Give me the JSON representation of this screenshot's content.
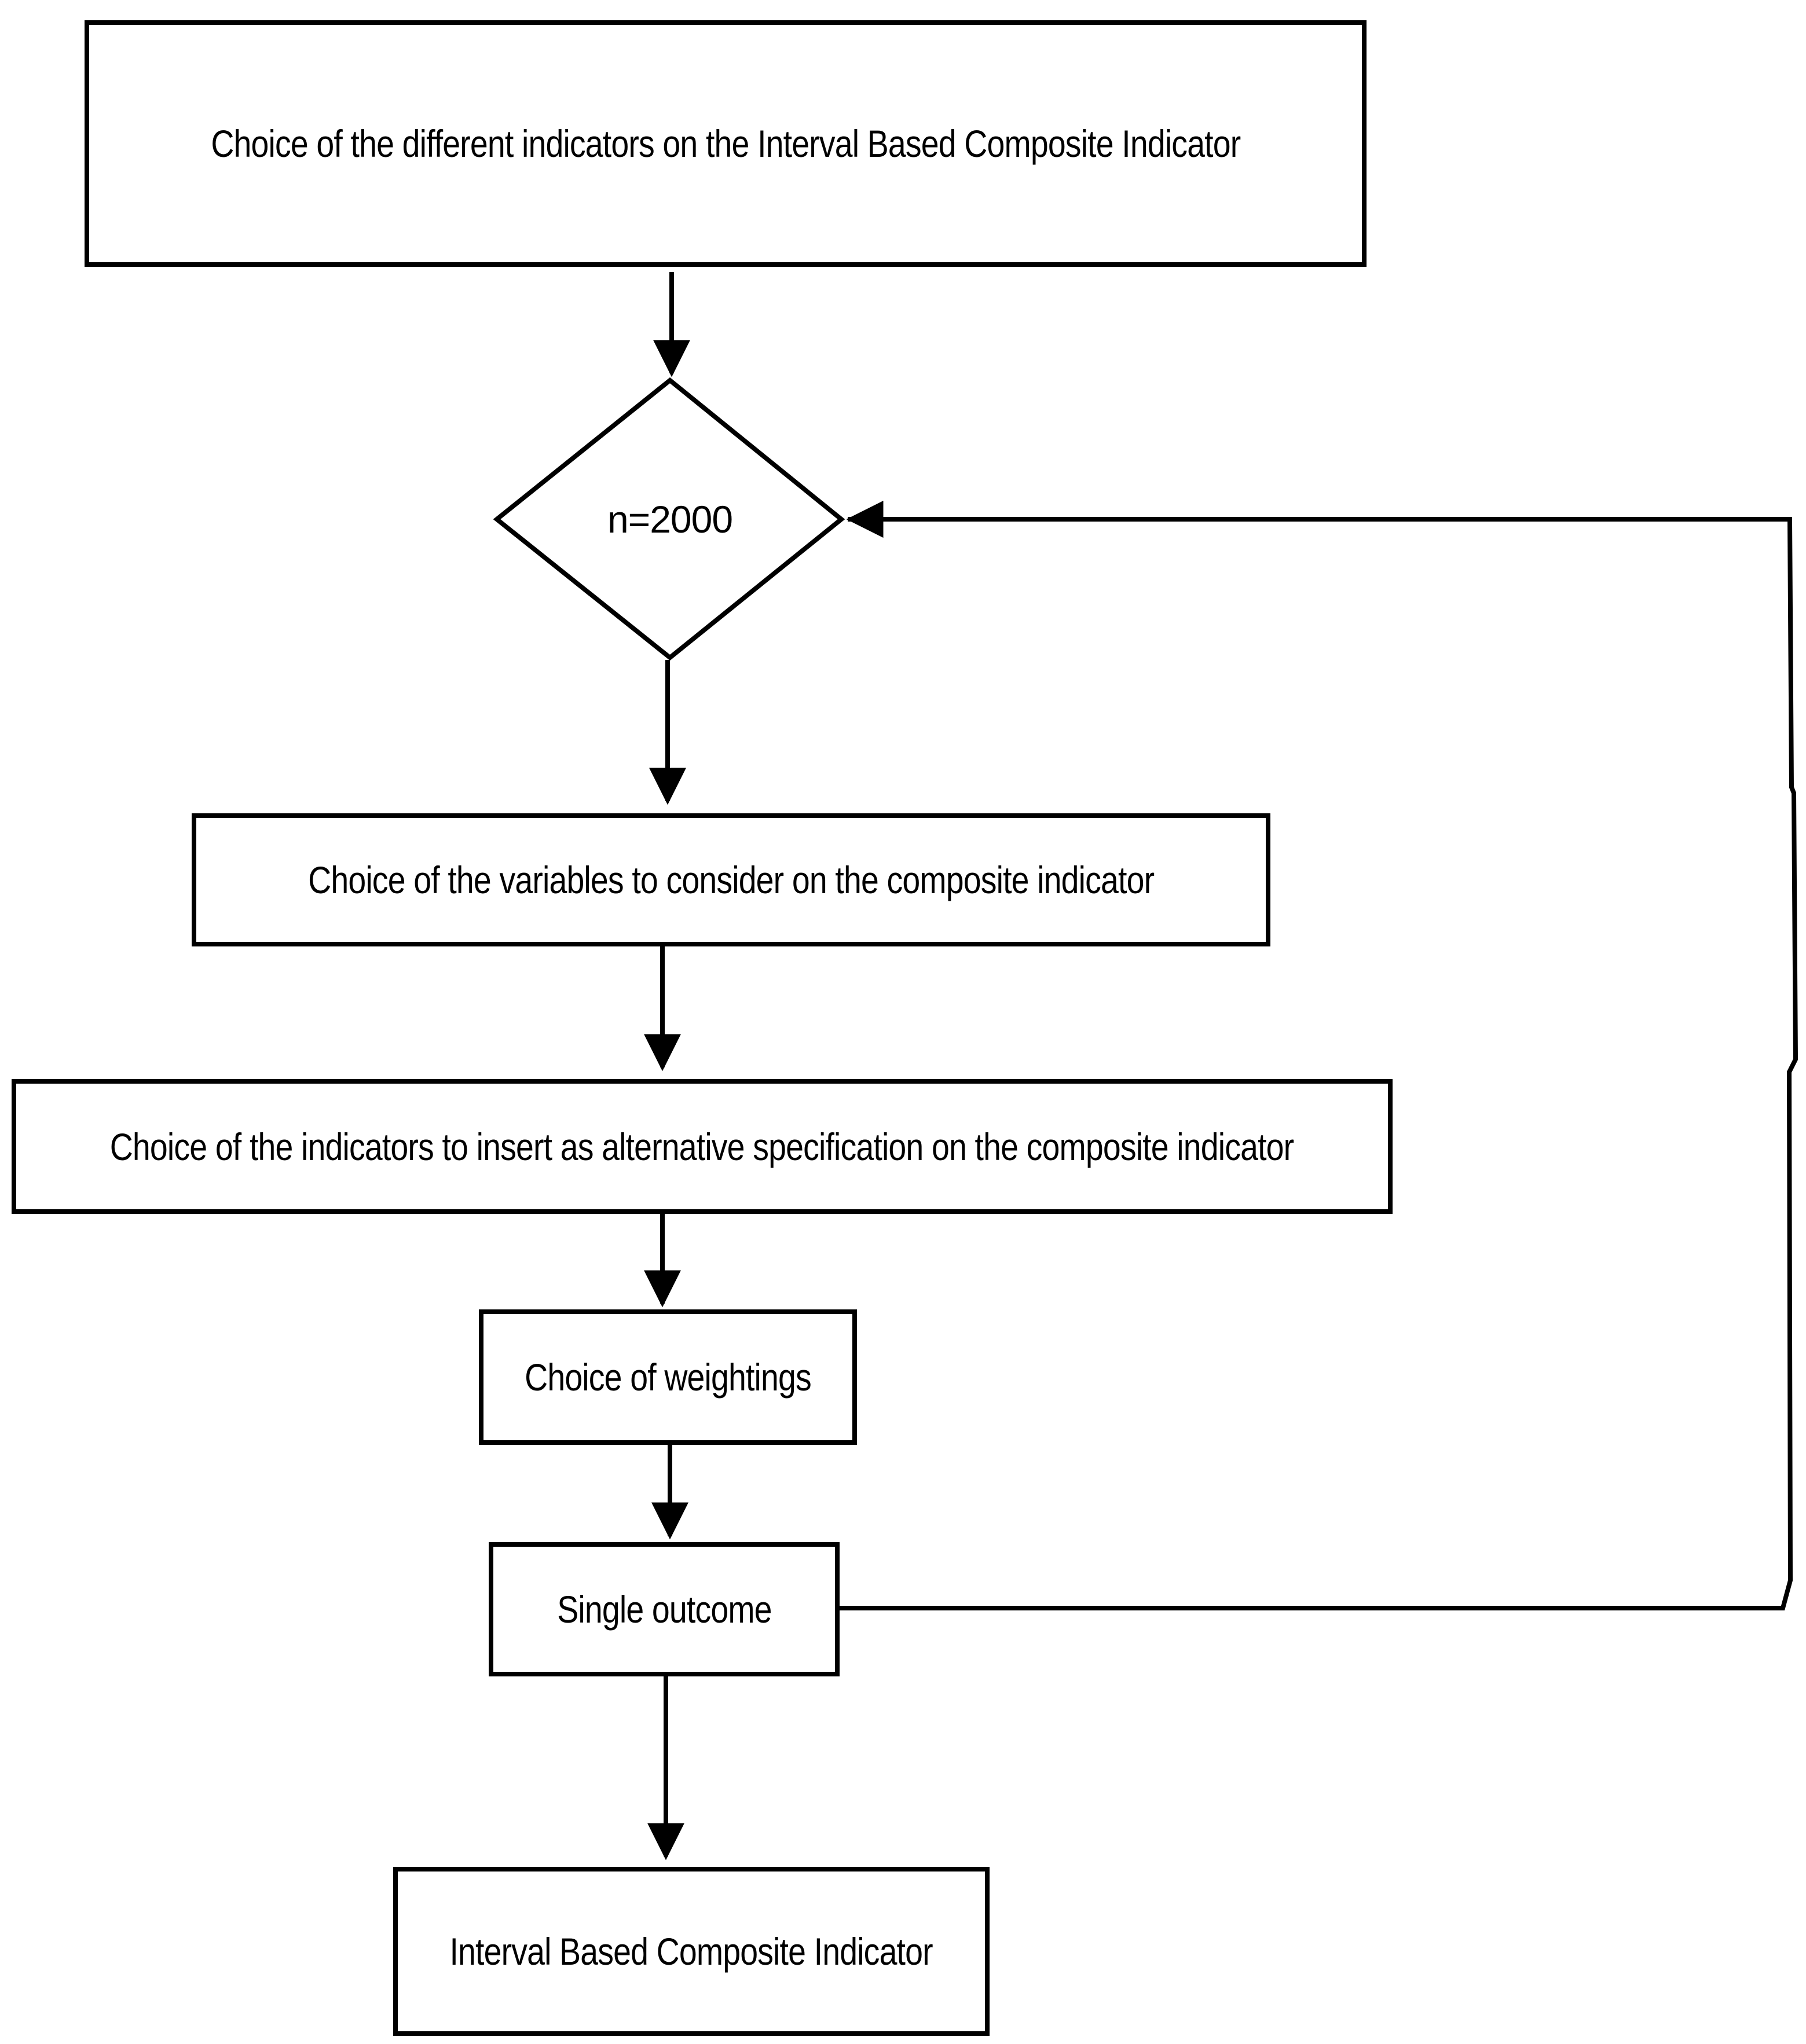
{
  "diagram": {
    "nodes": {
      "choice_indicators": "Choice of the different indicators on the Interval Based Composite Indicator",
      "decision": "n=2000",
      "choice_variables": "Choice of the variables to consider on the composite indicator",
      "choice_alternative": "Choice of the indicators to insert as alternative specification on the composite indicator",
      "choice_weightings": "Choice of weightings",
      "single_outcome": "Single outcome",
      "result": "Interval Based Composite Indicator"
    },
    "colors": {
      "stroke": "#000000",
      "background": "#ffffff"
    }
  }
}
